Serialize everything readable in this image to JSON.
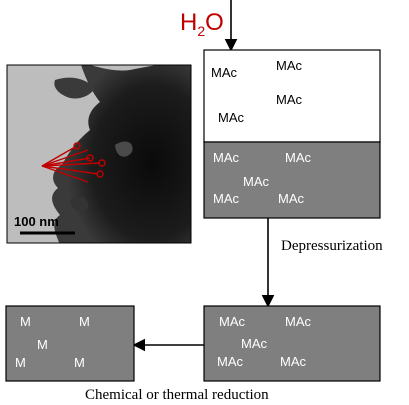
{
  "water": {
    "main": "H",
    "sub": "2",
    "tail": "O",
    "color": "#c00000"
  },
  "micrograph": {
    "scale_label": "100 nm",
    "marker_color": "#c00000"
  },
  "top_box_labels": [
    "MAc",
    "MAc",
    "MAc",
    "MAc"
  ],
  "middle_box_labels": [
    "MAc",
    "MAc",
    "MAc",
    "MAc",
    "MAc"
  ],
  "bottom_right_box_labels": [
    "MAc",
    "MAc",
    "MAc",
    "MAc",
    "MAc"
  ],
  "bottom_left_box_labels": [
    "M",
    "M",
    "M",
    "M",
    "M"
  ],
  "step_depressurization": "Depressurization",
  "step_reduction": "Chemical or thermal reduction",
  "colors": {
    "box_fill": "#7f7f7f",
    "box_text": "#ffffff",
    "top_box_fill": "#ffffff",
    "arrow": "#000000"
  }
}
